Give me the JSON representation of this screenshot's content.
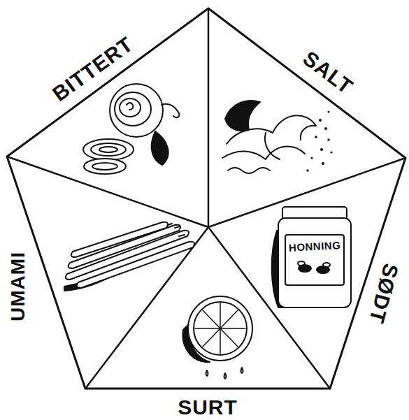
{
  "diagram": {
    "labels": [
      "BITTERT",
      "SALT",
      "SØDT",
      "SURT",
      "UMAMI",
      "HONNING"
    ]
  }
}
